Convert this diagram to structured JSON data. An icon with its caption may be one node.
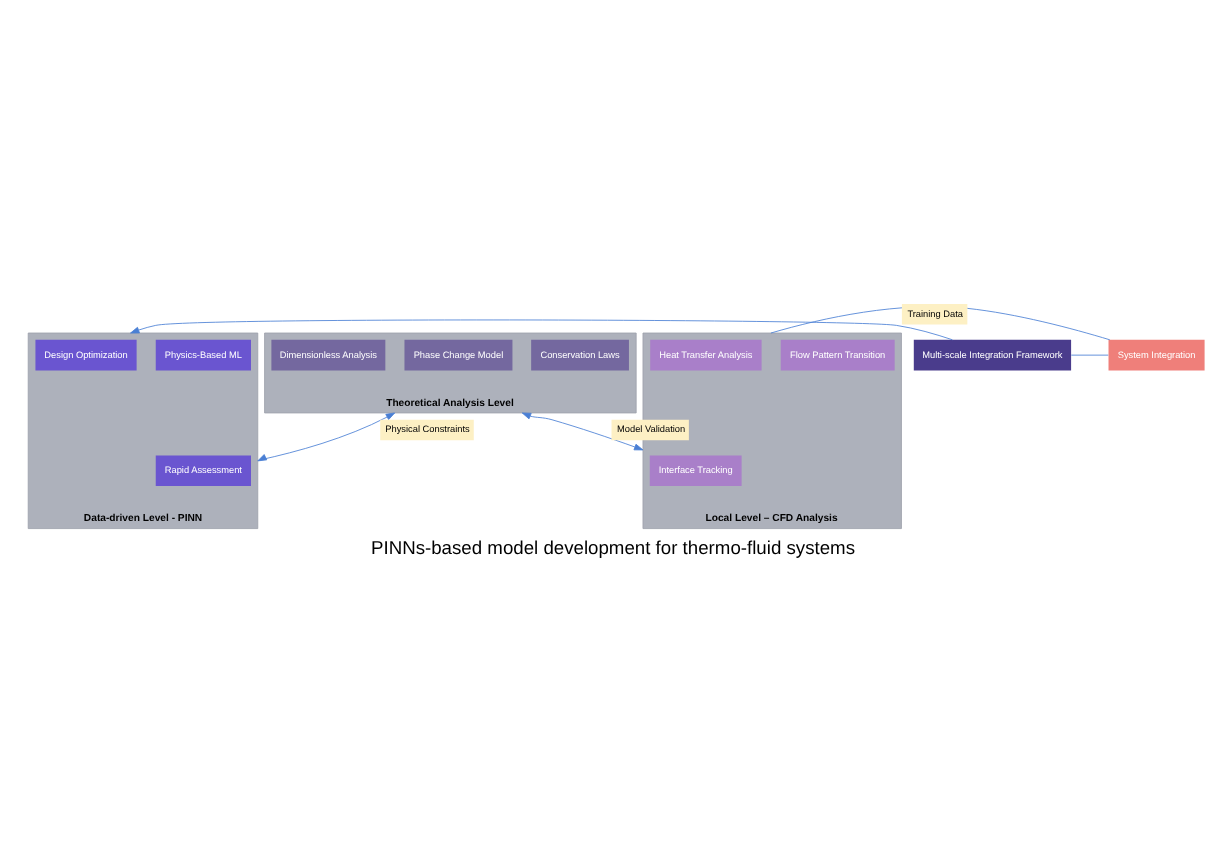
{
  "diagram": {
    "caption": "PINNs-based model development for thermo-fluid systems",
    "nodes": [
      {
        "text": [
          "Data-driven Level - PINN"
        ]
      },
      {
        "text": [
          "Physics-Based ML"
        ],
        "in": 0
      },
      {
        "text": [
          "Rapid Assessment"
        ],
        "in": 0
      },
      {
        "text": [
          "Design Optimization"
        ],
        "in": 0
      },
      {
        "text": [
          "Theoretical Analysis Level"
        ]
      },
      {
        "text": [
          "Conservation Laws"
        ],
        "in": 4
      },
      {
        "text": [
          "Phase Change Model"
        ],
        "in": 4
      },
      {
        "text": [
          "Dimensionless Analysis"
        ],
        "in": 4
      },
      {
        "text": [
          "Local Level – CFD Analysis"
        ]
      },
      {
        "text": [
          "Flow Pattern Transition"
        ],
        "in": 8
      },
      {
        "text": [
          "Interface Tracking"
        ],
        "in": 8
      },
      {
        "text": [
          "Heat Transfer Analysis"
        ],
        "in": 8
      },
      {
        "text": [
          "Multi-scale Integration Framework"
        ]
      },
      {
        "text": [
          "System Integration"
        ]
      }
    ],
    "edges": [
      {
        "from": 4,
        "to": 0,
        "arrow": "both",
        "label": "Physical Constraints"
      },
      {
        "from": 4,
        "to": 8,
        "arrow": "both",
        "label": "Model Validation"
      },
      {
        "from": 8,
        "to": 13,
        "arrow": "none",
        "label": "Training Data"
      },
      {
        "from": 13,
        "to": 12,
        "arrow": "none"
      },
      {
        "from": 12,
        "to": 0,
        "arrow": "to"
      }
    ]
  }
}
